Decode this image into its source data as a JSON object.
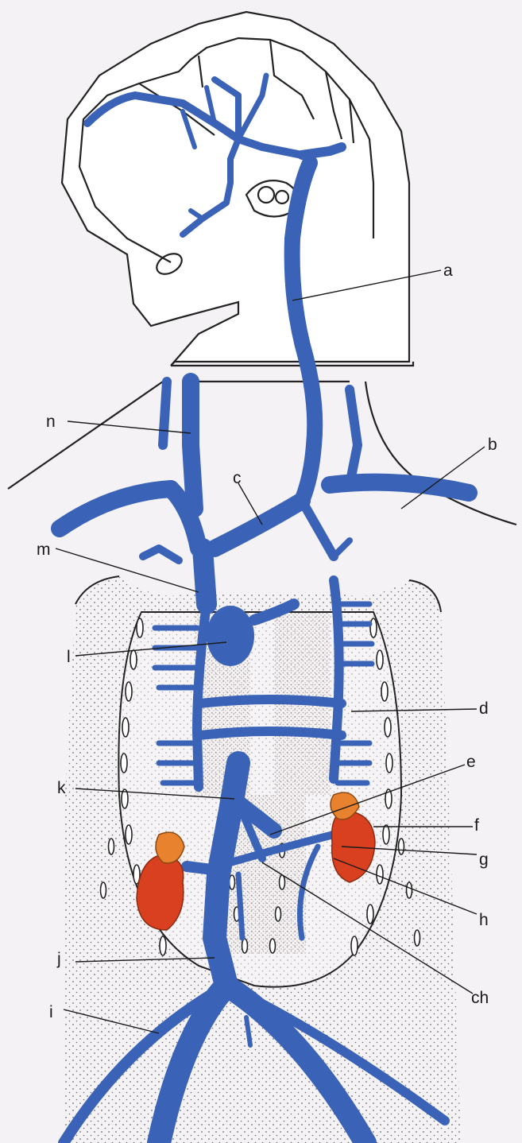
{
  "colors": {
    "paper": "#f4f2f4",
    "outline": "#222222",
    "vein": "#3a63b8",
    "vein_dark": "#2c4f9c",
    "organ": "#d9401f",
    "organ_light": "#e9822f",
    "stipple": "#5a5a5a",
    "spine_shade": "#8a7a6a"
  },
  "labels": [
    {
      "id": "a",
      "text": "a"
    },
    {
      "id": "b",
      "text": "b"
    },
    {
      "id": "c",
      "text": "c"
    },
    {
      "id": "d",
      "text": "d"
    },
    {
      "id": "e",
      "text": "e"
    },
    {
      "id": "f",
      "text": "f"
    },
    {
      "id": "g",
      "text": "g"
    },
    {
      "id": "h",
      "text": "h"
    },
    {
      "id": "ch",
      "text": "ch"
    },
    {
      "id": "i",
      "text": "i"
    },
    {
      "id": "j",
      "text": "j"
    },
    {
      "id": "k",
      "text": "k"
    },
    {
      "id": "l",
      "text": "l"
    },
    {
      "id": "m",
      "text": "m"
    },
    {
      "id": "n",
      "text": "n"
    }
  ]
}
